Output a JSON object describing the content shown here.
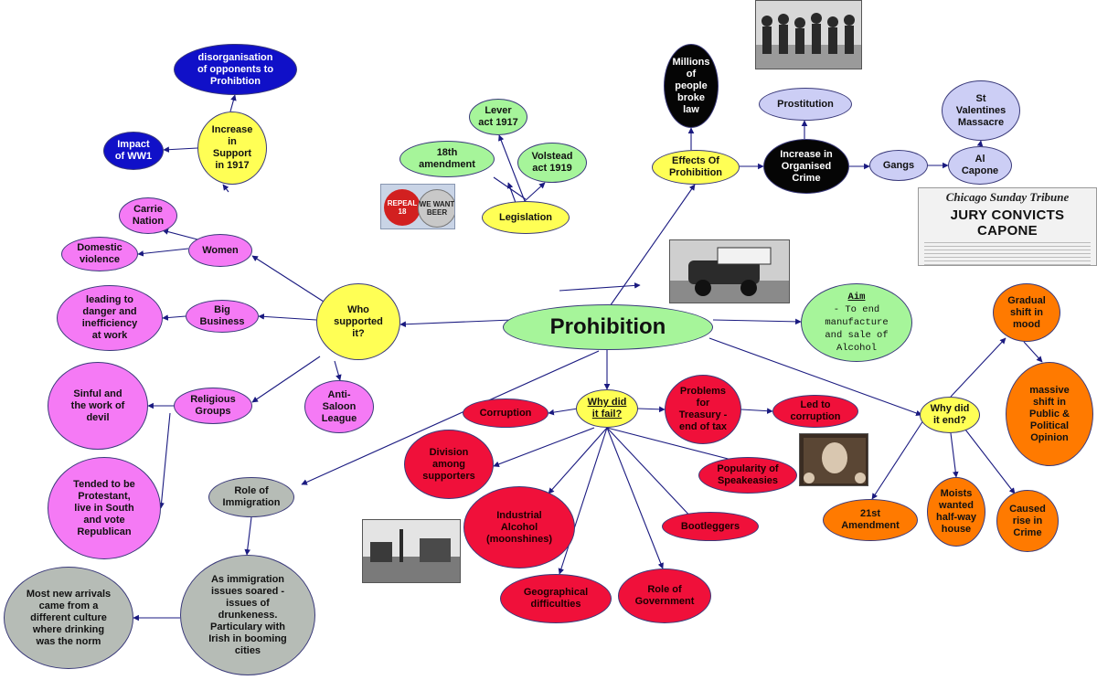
{
  "diagram": {
    "central": "Prohibition",
    "nodes": {
      "disorganisation": "disorganisation\nof opponents to\nProhibtion",
      "impact_ww1": "Impact\nof WW1",
      "increase_support": "Increase\nin\nSupport\nin 1917",
      "carrie_nation": "Carrie\nNation",
      "domestic_violence": "Domestic\nviolence",
      "women": "Women",
      "danger": "leading to\ndanger and\ninefficiency\nat work",
      "big_business": "Big\nBusiness",
      "who_supported": "Who\nsupported\nit?",
      "anti_saloon": "Anti-\nSaloon\nLeague",
      "sinful": "Sinful and\nthe work of\ndevil",
      "religious": "Religious\nGroups",
      "protestant": "Tended to be\nProtestant,\nlive in South\nand vote\nRepublican",
      "role_immigration": "Role of\nImmigration",
      "immigration_issues": "As immigration\nissues soared -\nissues of\ndrunkeness.\nParticulary with\nIrish in booming\ncities",
      "new_arrivals": "Most new arrivals\ncame from a\ndifferent culture\nwhere drinking\nwas the norm",
      "lever_act": "Lever\nact 1917",
      "eighteenth": "18th\namendment",
      "volstead": "Volstead\nact 1919",
      "legislation": "Legislation",
      "millions": "Millions\nof\npeople\nbroke\nlaw",
      "effects": "Effects Of\nProhibition",
      "prostitution": "Prostitution",
      "organised_crime": "Increase in\nOrganised\nCrime",
      "gangs": "Gangs",
      "st_valentines": "St\nValentines\nMassacre",
      "al_capone": "Al\nCapone",
      "aim_head": "Aim",
      "aim_text": " - To end\nmanufacture\nand sale of\nAlcohol",
      "why_fail": "Why did\nit fail?",
      "corruption": "Corruption",
      "problems_treasury": "Problems\nfor\nTreasury -\nend of tax",
      "led_corruption": "Led to\ncorruption",
      "division": "Division\namong\nsupporters",
      "speakeasies": "Popularity of\nSpeakeasies",
      "industrial": "Industrial\nAlcohol\n(moonshines)",
      "bootleggers": "Bootleggers",
      "geographical": "Geographical\ndifficulties",
      "role_government": "Role of\nGovernment",
      "why_end": "Why did\nit end?",
      "gradual_shift": "Gradual\nshift in\nmood",
      "massive_shift": "massive\nshift in\nPublic &\nPolitical\nOpinion",
      "amendment21": "21st\nAmendment",
      "moists": "Moists\nwanted\nhalf-way\nhouse",
      "caused_rise": "Caused\nrise in\nCrime"
    },
    "images": {
      "newspaper_masthead": "Chicago Sunday Tribune",
      "newspaper_headline": "JURY CONVICTS CAPONE",
      "badge_repeal": "REPEAL 18",
      "badge_beer": "WE WANT BEER"
    },
    "colors": {
      "blue": "#1010c8",
      "yellow": "#ffff55",
      "green": "#a6f59a",
      "lavender": "#cccef5",
      "black": "#050505",
      "magenta": "#f57af5",
      "red": "#f0103a",
      "orange": "#ff7a00",
      "grey": "#b6bcb6",
      "edge": "#1a1a80"
    }
  }
}
